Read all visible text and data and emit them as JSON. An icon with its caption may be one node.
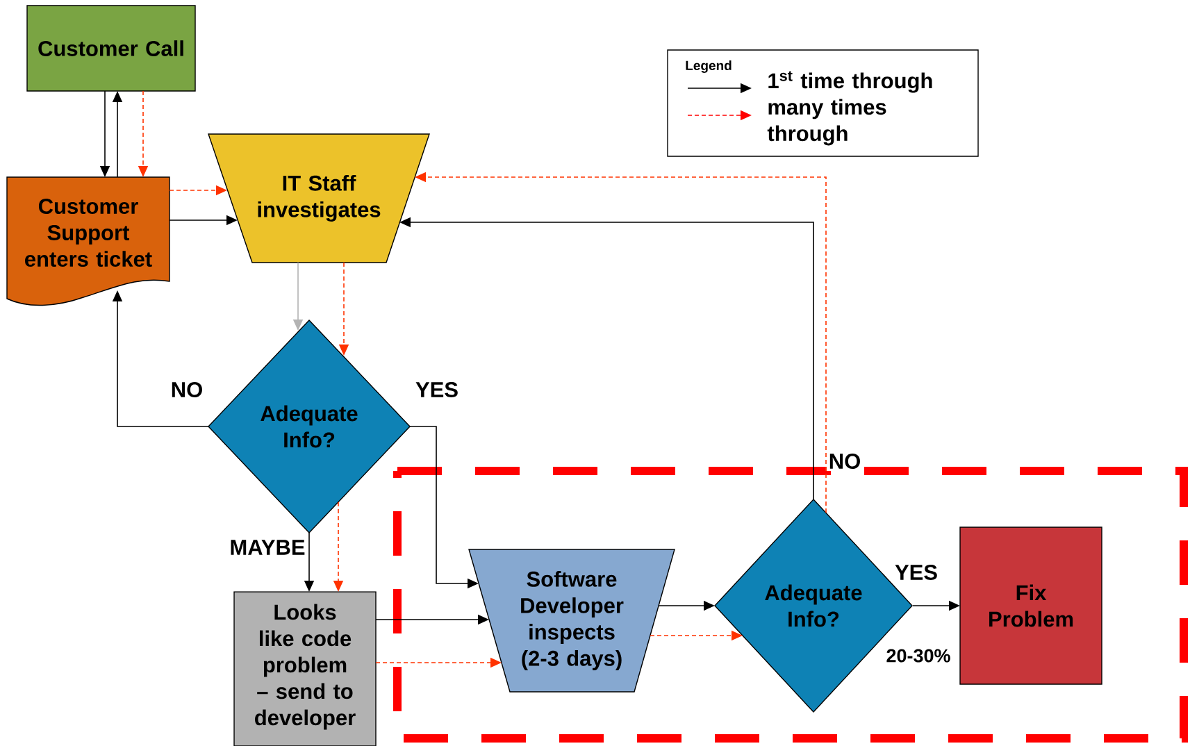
{
  "diagram": {
    "nodes": [
      {
        "text": [
          "Customer Call"
        ]
      },
      {
        "text": [
          "Customer Support enters ticket"
        ]
      },
      {
        "text": [
          "IT Staff investigates"
        ]
      },
      {
        "text": [
          "Adequate Info?"
        ]
      },
      {
        "text": [
          "Looks like code problem – send to developer"
        ]
      },
      {
        "text": [
          "Software Developer inspects (2-3 days)"
        ]
      },
      {
        "text": [
          "Adequate Info?"
        ]
      },
      {
        "text": [
          "Fix Problem"
        ]
      }
    ],
    "edges": [
      {
        "from": 0,
        "to": 1,
        "arrow": "to"
      },
      {
        "from": 1,
        "to": 0,
        "arrow": "to"
      },
      {
        "from": 0,
        "to": 1,
        "arrow": "to",
        "style": "dashed",
        "color": "#ff3300"
      },
      {
        "from": 1,
        "to": 2,
        "arrow": "to",
        "style": "dashed",
        "color": "#ff3300"
      },
      {
        "from": 1,
        "to": 2,
        "arrow": "to"
      },
      {
        "from": 2,
        "to": 3,
        "arrow": "to",
        "color": "#b3b3b3"
      },
      {
        "from": 2,
        "to": 3,
        "arrow": "to",
        "style": "dashed",
        "color": "#ff3300"
      },
      {
        "from": 3,
        "to": 1,
        "arrow": "to",
        "label": "NO"
      },
      {
        "from": 3,
        "to": 5,
        "arrow": "to",
        "label": "YES"
      },
      {
        "from": 3,
        "to": 4,
        "arrow": "to",
        "label": "MAYBE"
      },
      {
        "from": 3,
        "to": 4,
        "arrow": "to",
        "style": "dashed",
        "color": "#ff3300"
      },
      {
        "from": 4,
        "to": 5,
        "arrow": "to"
      },
      {
        "from": 4,
        "to": 5,
        "arrow": "to",
        "style": "dashed",
        "color": "#ff3300"
      },
      {
        "from": 5,
        "to": 6,
        "arrow": "to"
      },
      {
        "from": 5,
        "to": 6,
        "arrow": "to",
        "style": "dashed",
        "color": "#ff3300"
      },
      {
        "from": 6,
        "to": 2,
        "arrow": "to",
        "label": "NO"
      },
      {
        "from": 6,
        "to": 2,
        "arrow": "to",
        "style": "dashed",
        "color": "#ff3300"
      },
      {
        "from": 6,
        "to": 7,
        "arrow": "to",
        "label": "YES"
      }
    ],
    "labels": [
      "Legend",
      "20-30%"
    ],
    "legend": [
      {
        "text": "1$^{st}$ time through"
      },
      {
        "text": "many times through"
      }
    ]
  }
}
